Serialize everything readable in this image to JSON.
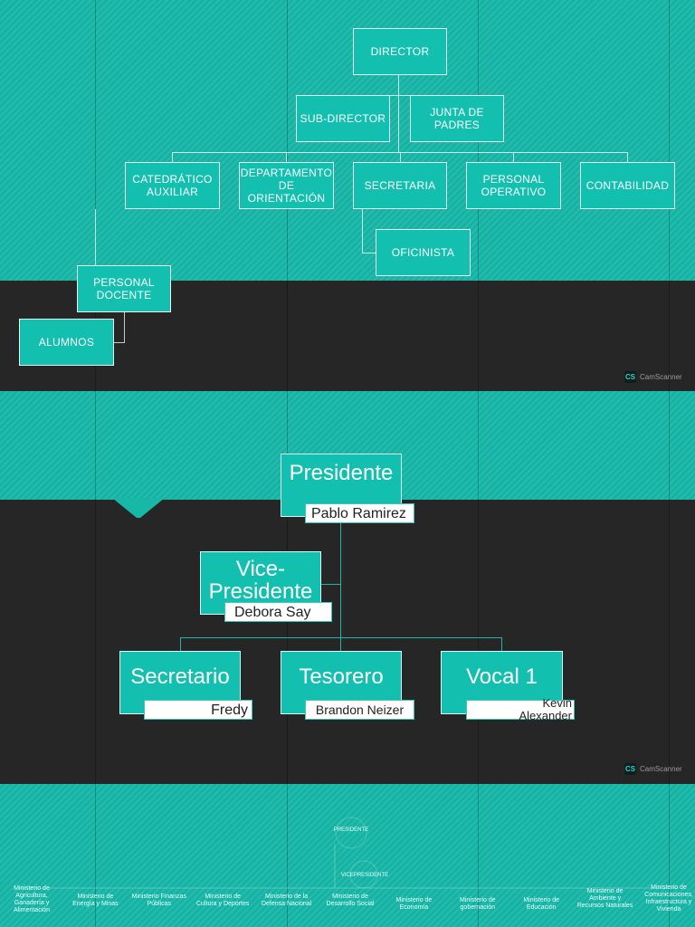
{
  "org1": {
    "director": "DIRECTOR",
    "subdirector": "SUB-DIRECTOR",
    "junta": "JUNTA DE PADRES",
    "catedratico": "CATEDRÁTICO AUXILIAR",
    "departamento": "DEPARTAMENTO DE ORIENTACIÓN",
    "secretaria": "SECRETARIA",
    "personal_operativo": "PERSONAL OPERATIVO",
    "contabilidad": "CONTABILIDAD",
    "oficinista": "OFICINISTA",
    "personal_docente": "PERSONAL DOCENTE",
    "alumnos": "ALUMNOS"
  },
  "org2": {
    "presidente": {
      "title": "Presidente",
      "name": "Pablo Ramirez"
    },
    "vicepresidente": {
      "title": "Vice-Presidente",
      "name": "Debora Say"
    },
    "secretario": {
      "title": "Secretario",
      "name": "Fredy"
    },
    "tesorero": {
      "title": "Tesorero",
      "name": "Brandon Neizer"
    },
    "vocal": {
      "title": "Vocal 1",
      "name": "Kevin Alexander"
    }
  },
  "org3": {
    "presidente": "PRESIDENTE",
    "vicepresidente": "VICEPRESIDENTE",
    "ministerios": [
      "Ministerio de Agricultura, Ganadería y Alimentación",
      "Ministerio de Energía y Minas",
      "Ministerio Finanzas Públicas",
      "Ministerio de Cultura y Deportes",
      "Ministerio de la Defensa Nacional",
      "Ministerio de Desarrollo Social",
      "Ministerio de Economía",
      "Ministerio de gobernación",
      "Ministerio de Educación",
      "Ministerio de Ambiente y Recursos Naturales",
      "Ministerio de Comunicaciones, Infraestructura y Vivienda"
    ]
  },
  "watermark": {
    "text": "CamScanner",
    "logo": "CS"
  },
  "colors": {
    "teal": "#18b8a9",
    "dark": "#262626",
    "box": "#13c0b0"
  }
}
